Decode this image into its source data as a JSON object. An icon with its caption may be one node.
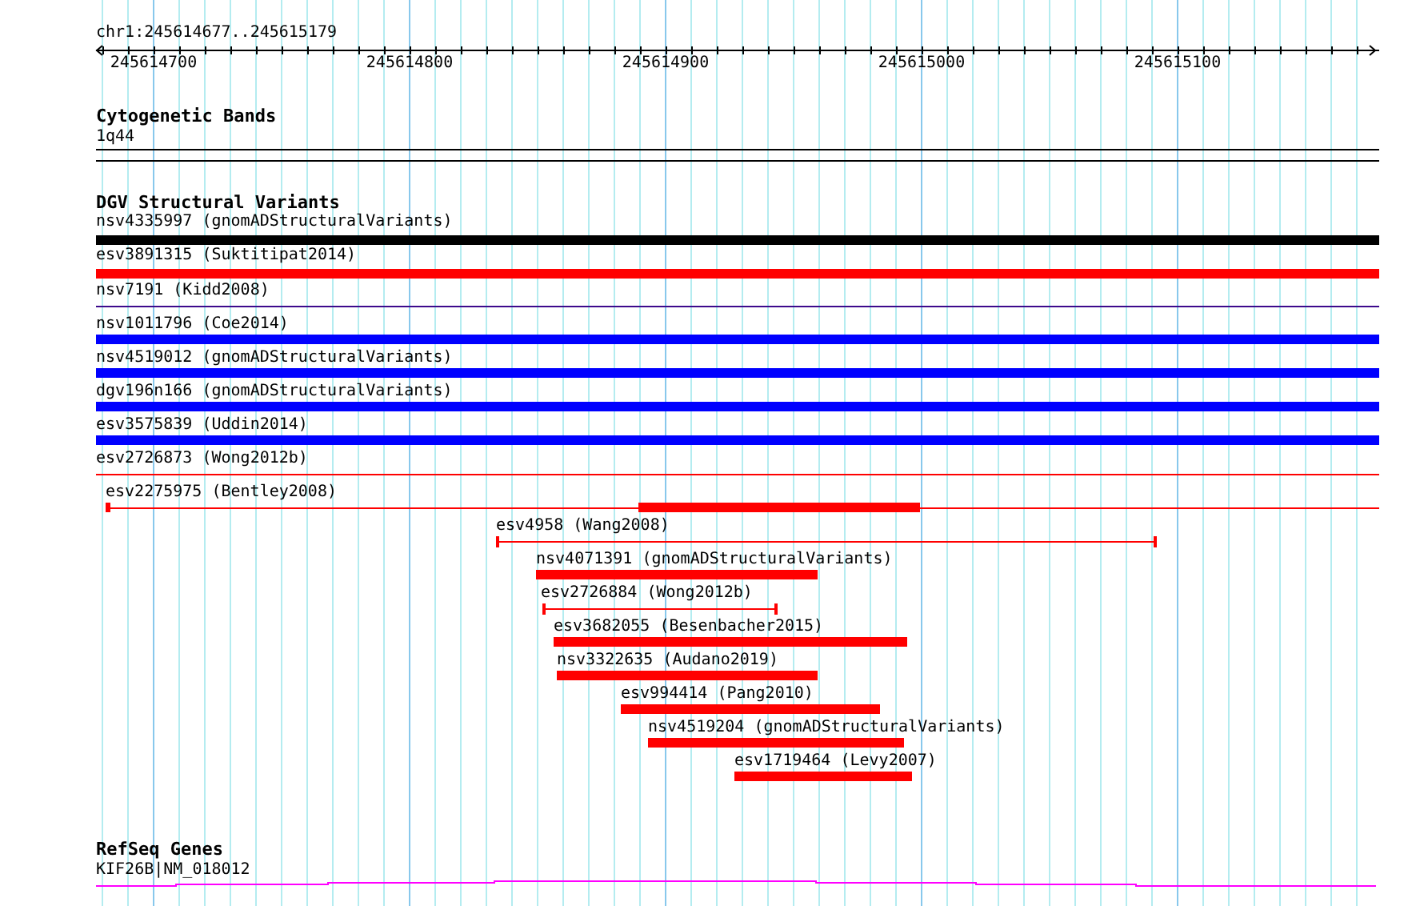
{
  "diagram": {
    "labels": [
      "chr1:245614677..245615179",
      "245614700",
      "245614800",
      "245614900",
      "245615000",
      "245615100",
      "Cytogenetic Bands",
      "1q44",
      "DGV Structural Variants",
      "nsv4335997 (gnomADStructuralVariants)",
      "esv3891315 (Suktitipat2014)",
      "nsv7191 (Kidd2008)",
      "nsv1011796 (Coe2014)",
      "nsv4519012 (gnomADStructuralVariants)",
      "dgv196n166 (gnomADStructuralVariants)",
      "esv3575839 (Uddin2014)",
      "esv2726873 (Wong2012b)",
      "esv2275975 (Bentley2008)",
      "esv4958 (Wang2008)",
      "nsv4071391 (gnomADStructuralVariants)",
      "esv2726884 (Wong2012b)",
      "esv3682055 (Besenbacher2015)",
      "nsv3322635 (Audano2019)",
      "esv994414 (Pang2010)",
      "nsv4519204 (gnomADStructuralVariants)",
      "esv1719464 (Levy2007)",
      "RefSeq Genes",
      "KIF26B|NM_018012"
    ]
  }
}
